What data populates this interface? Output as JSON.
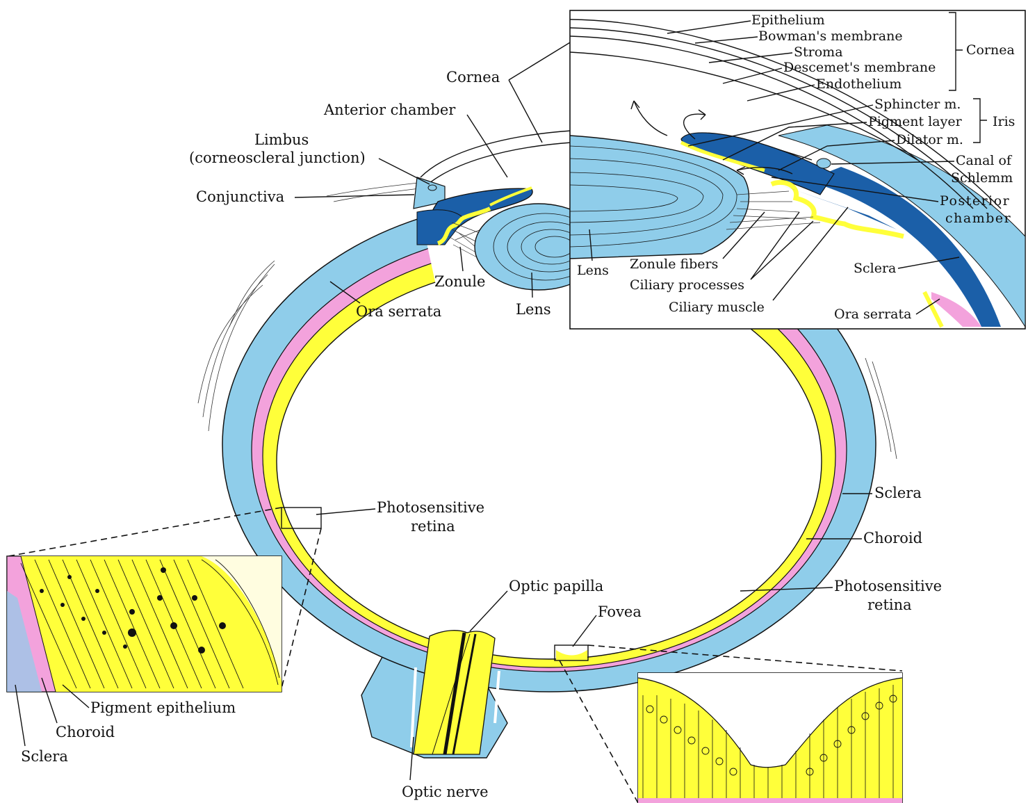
{
  "colors": {
    "sclera": "#8fcdea",
    "iris_dark": "#1b5fa8",
    "retina": "#ffff3a",
    "choroid": "#f3a2dc",
    "line": "#111111",
    "background": "#ffffff"
  },
  "labels": {
    "cornea": "Cornea",
    "anterior_chamber": "Anterior chamber",
    "limbus_1": "Limbus",
    "limbus_2": "(corneoscleral junction)",
    "conjunctiva": "Conjunctiva",
    "zonule": "Zonule",
    "ora_serrata": "Ora serrata",
    "lens": "Lens",
    "photosensitive_retina_1": "Photosensitive",
    "photosensitive_retina_2": "retina",
    "sclera": "Sclera",
    "choroid": "Choroid",
    "optic_papilla": "Optic papilla",
    "fovea": "Fovea",
    "optic_nerve": "Optic nerve",
    "pigment_epithelium": "Pigment epithelium"
  },
  "inset_anterior": {
    "epithelium": "Epithelium",
    "bowmans_membrane": "Bowman's membrane",
    "stroma": "Stroma",
    "descemets_membrane": "Descemet's membrane",
    "endothelium": "Endothelium",
    "cornea": "Cornea",
    "sphincter": "Sphincter m.",
    "pigment_layer": "Pigment layer",
    "dilator": "Dilator m.",
    "iris": "Iris",
    "canal_1": "Canal of",
    "canal_2": "Schlemm",
    "posterior_1": "Posterior",
    "posterior_2": "chamber",
    "lens": "Lens",
    "zonule_fibers": "Zonule fibers",
    "ciliary_processes": "Ciliary processes",
    "ciliary_muscle": "Ciliary muscle",
    "sclera": "Sclera",
    "ora_serrata": "Ora serrata"
  }
}
